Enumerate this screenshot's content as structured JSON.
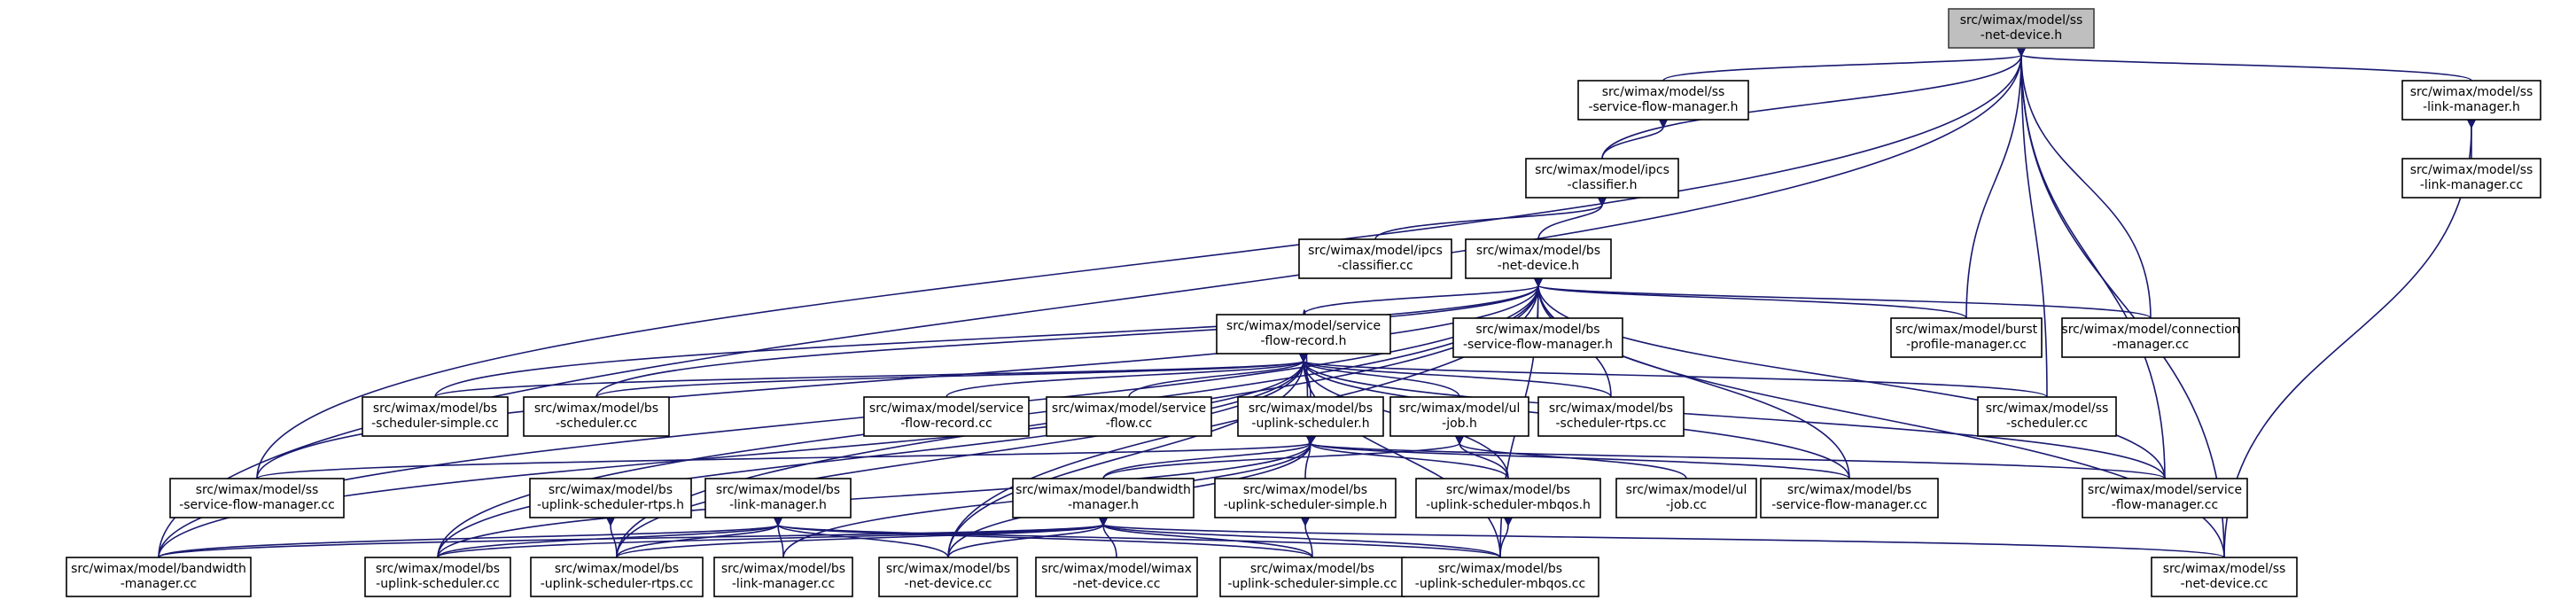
{
  "nodes": [
    {
      "id": "ss_net_device_h",
      "lines": [
        "src/wimax/model/ss",
        "-net-device.h"
      ],
      "root": true
    },
    {
      "id": "ss_service_flow_manager_h",
      "lines": [
        "src/wimax/model/ss",
        "-service-flow-manager.h"
      ]
    },
    {
      "id": "ss_link_manager_h",
      "lines": [
        "src/wimax/model/ss",
        "-link-manager.h"
      ]
    },
    {
      "id": "ipcs_classifier_h",
      "lines": [
        "src/wimax/model/ipcs",
        "-classifier.h"
      ]
    },
    {
      "id": "ss_link_manager_cc",
      "lines": [
        "src/wimax/model/ss",
        "-link-manager.cc"
      ]
    },
    {
      "id": "ipcs_classifier_cc",
      "lines": [
        "src/wimax/model/ipcs",
        "-classifier.cc"
      ]
    },
    {
      "id": "bs_net_device_h",
      "lines": [
        "src/wimax/model/bs",
        "-net-device.h"
      ]
    },
    {
      "id": "service_flow_record_h",
      "lines": [
        "src/wimax/model/service",
        "-flow-record.h"
      ]
    },
    {
      "id": "bs_service_flow_manager_h",
      "lines": [
        "src/wimax/model/bs",
        "-service-flow-manager.h"
      ]
    },
    {
      "id": "burst_profile_manager_cc",
      "lines": [
        "src/wimax/model/burst",
        "-profile-manager.cc"
      ]
    },
    {
      "id": "connection_manager_cc",
      "lines": [
        "src/wimax/model/connection",
        "-manager.cc"
      ]
    },
    {
      "id": "bs_scheduler_simple_cc",
      "lines": [
        "src/wimax/model/bs",
        "-scheduler-simple.cc"
      ]
    },
    {
      "id": "bs_scheduler_cc",
      "lines": [
        "src/wimax/model/bs",
        "-scheduler.cc"
      ]
    },
    {
      "id": "service_flow_record_cc",
      "lines": [
        "src/wimax/model/service",
        "-flow-record.cc"
      ]
    },
    {
      "id": "service_flow_cc",
      "lines": [
        "src/wimax/model/service",
        "-flow.cc"
      ]
    },
    {
      "id": "bs_uplink_scheduler_h",
      "lines": [
        "src/wimax/model/bs",
        "-uplink-scheduler.h"
      ]
    },
    {
      "id": "ul_job_h",
      "lines": [
        "src/wimax/model/ul",
        "-job.h"
      ]
    },
    {
      "id": "bs_scheduler_rtps_cc",
      "lines": [
        "src/wimax/model/bs",
        "-scheduler-rtps.cc"
      ]
    },
    {
      "id": "ss_scheduler_cc",
      "lines": [
        "src/wimax/model/ss",
        "-scheduler.cc"
      ]
    },
    {
      "id": "ss_service_flow_manager_cc",
      "lines": [
        "src/wimax/model/ss",
        "-service-flow-manager.cc"
      ]
    },
    {
      "id": "bs_uplink_scheduler_rtps_h",
      "lines": [
        "src/wimax/model/bs",
        "-uplink-scheduler-rtps.h"
      ]
    },
    {
      "id": "bs_link_manager_h",
      "lines": [
        "src/wimax/model/bs",
        "-link-manager.h"
      ]
    },
    {
      "id": "bandwidth_manager_h",
      "lines": [
        "src/wimax/model/bandwidth",
        "-manager.h"
      ]
    },
    {
      "id": "bs_uplink_scheduler_simple_h",
      "lines": [
        "src/wimax/model/bs",
        "-uplink-scheduler-simple.h"
      ]
    },
    {
      "id": "bs_uplink_scheduler_mbqos_h",
      "lines": [
        "src/wimax/model/bs",
        "-uplink-scheduler-mbqos.h"
      ]
    },
    {
      "id": "ul_job_cc",
      "lines": [
        "src/wimax/model/ul",
        "-job.cc"
      ]
    },
    {
      "id": "bs_service_flow_manager_cc",
      "lines": [
        "src/wimax/model/bs",
        "-service-flow-manager.cc"
      ]
    },
    {
      "id": "service_flow_manager_cc",
      "lines": [
        "src/wimax/model/service",
        "-flow-manager.cc"
      ]
    },
    {
      "id": "bandwidth_manager_cc",
      "lines": [
        "src/wimax/model/bandwidth",
        "-manager.cc"
      ]
    },
    {
      "id": "bs_uplink_scheduler_cc",
      "lines": [
        "src/wimax/model/bs",
        "-uplink-scheduler.cc"
      ]
    },
    {
      "id": "bs_uplink_scheduler_rtps_cc",
      "lines": [
        "src/wimax/model/bs",
        "-uplink-scheduler-rtps.cc"
      ]
    },
    {
      "id": "bs_link_manager_cc",
      "lines": [
        "src/wimax/model/bs",
        "-link-manager.cc"
      ]
    },
    {
      "id": "bs_net_device_cc",
      "lines": [
        "src/wimax/model/bs",
        "-net-device.cc"
      ]
    },
    {
      "id": "wimax_net_device_cc",
      "lines": [
        "src/wimax/model/wimax",
        "-net-device.cc"
      ]
    },
    {
      "id": "bs_uplink_scheduler_simple_cc",
      "lines": [
        "src/wimax/model/bs",
        "-uplink-scheduler-simple.cc"
      ]
    },
    {
      "id": "bs_uplink_scheduler_mbqos_cc",
      "lines": [
        "src/wimax/model/bs",
        "-uplink-scheduler-mbqos.cc"
      ]
    },
    {
      "id": "ss_net_device_cc",
      "lines": [
        "src/wimax/model/ss",
        "-net-device.cc"
      ]
    }
  ],
  "edges": [
    [
      "ss_net_device_h",
      "ss_service_flow_manager_h"
    ],
    [
      "ss_net_device_h",
      "ss_link_manager_h"
    ],
    [
      "ss_net_device_h",
      "ipcs_classifier_h"
    ],
    [
      "ss_net_device_h",
      "burst_profile_manager_cc"
    ],
    [
      "ss_net_device_h",
      "connection_manager_cc"
    ],
    [
      "ss_net_device_h",
      "ss_scheduler_cc"
    ],
    [
      "ss_net_device_h",
      "service_flow_manager_cc"
    ],
    [
      "ss_net_device_h",
      "ss_net_device_cc"
    ],
    [
      "ss_net_device_h",
      "ss_service_flow_manager_cc"
    ],
    [
      "ss_net_device_h",
      "bandwidth_manager_cc"
    ],
    [
      "ss_service_flow_manager_h",
      "ipcs_classifier_h"
    ],
    [
      "ss_link_manager_h",
      "ss_link_manager_cc"
    ],
    [
      "ss_link_manager_h",
      "ss_net_device_cc"
    ],
    [
      "ipcs_classifier_h",
      "ipcs_classifier_cc"
    ],
    [
      "ipcs_classifier_h",
      "bs_net_device_h"
    ],
    [
      "bs_net_device_h",
      "service_flow_record_h"
    ],
    [
      "bs_net_device_h",
      "bs_service_flow_manager_h"
    ],
    [
      "bs_net_device_h",
      "burst_profile_manager_cc"
    ],
    [
      "bs_net_device_h",
      "connection_manager_cc"
    ],
    [
      "bs_net_device_h",
      "bs_scheduler_simple_cc"
    ],
    [
      "bs_net_device_h",
      "bs_scheduler_cc"
    ],
    [
      "bs_net_device_h",
      "bs_scheduler_rtps_cc"
    ],
    [
      "bs_net_device_h",
      "bs_service_flow_manager_cc"
    ],
    [
      "bs_net_device_h",
      "service_flow_manager_cc"
    ],
    [
      "bs_net_device_h",
      "ss_service_flow_manager_cc"
    ],
    [
      "bs_net_device_h",
      "bandwidth_manager_cc"
    ],
    [
      "bs_net_device_h",
      "bs_uplink_scheduler_cc"
    ],
    [
      "bs_net_device_h",
      "bs_uplink_scheduler_rtps_cc"
    ],
    [
      "bs_net_device_h",
      "bs_net_device_cc"
    ],
    [
      "bs_net_device_h",
      "bs_uplink_scheduler_mbqos_cc"
    ],
    [
      "bs_net_device_h",
      "ss_net_device_cc"
    ],
    [
      "service_flow_record_h",
      "bs_scheduler_simple_cc"
    ],
    [
      "service_flow_record_h",
      "bs_scheduler_cc"
    ],
    [
      "service_flow_record_h",
      "service_flow_record_cc"
    ],
    [
      "service_flow_record_h",
      "service_flow_cc"
    ],
    [
      "service_flow_record_h",
      "bs_uplink_scheduler_h"
    ],
    [
      "service_flow_record_h",
      "ul_job_h"
    ],
    [
      "service_flow_record_h",
      "bs_scheduler_rtps_cc"
    ],
    [
      "service_flow_record_h",
      "ss_scheduler_cc"
    ],
    [
      "service_flow_record_h",
      "bs_uplink_scheduler_mbqos_h"
    ],
    [
      "service_flow_record_h",
      "bs_service_flow_manager_cc"
    ],
    [
      "service_flow_record_h",
      "service_flow_manager_cc"
    ],
    [
      "service_flow_record_h",
      "bandwidth_manager_cc"
    ],
    [
      "service_flow_record_h",
      "bs_uplink_scheduler_cc"
    ],
    [
      "service_flow_record_h",
      "bs_uplink_scheduler_rtps_cc"
    ],
    [
      "service_flow_record_h",
      "bs_net_device_cc"
    ],
    [
      "service_flow_record_h",
      "bs_uplink_scheduler_mbqos_cc"
    ],
    [
      "bs_uplink_scheduler_h",
      "service_flow_record_h"
    ],
    [
      "bs_uplink_scheduler_h",
      "ss_service_flow_manager_cc"
    ],
    [
      "bs_uplink_scheduler_h",
      "bandwidth_manager_h"
    ],
    [
      "bs_uplink_scheduler_h",
      "bs_uplink_scheduler_simple_h"
    ],
    [
      "bs_uplink_scheduler_h",
      "bs_uplink_scheduler_mbqos_h"
    ],
    [
      "bs_uplink_scheduler_h",
      "bs_service_flow_manager_cc"
    ],
    [
      "bs_uplink_scheduler_h",
      "service_flow_manager_cc"
    ],
    [
      "bs_uplink_scheduler_h",
      "bs_uplink_scheduler_cc"
    ],
    [
      "bs_uplink_scheduler_h",
      "bs_net_device_cc"
    ],
    [
      "bs_uplink_scheduler_h",
      "bs_link_manager_cc"
    ],
    [
      "ul_job_h",
      "bs_uplink_scheduler_mbqos_h"
    ],
    [
      "ul_job_h",
      "ul_job_cc"
    ],
    [
      "ul_job_h",
      "bandwidth_manager_h"
    ],
    [
      "bs_uplink_scheduler_rtps_h",
      "bs_uplink_scheduler_rtps_cc"
    ],
    [
      "bs_link_manager_h",
      "bandwidth_manager_cc"
    ],
    [
      "bs_link_manager_h",
      "bs_uplink_scheduler_cc"
    ],
    [
      "bs_link_manager_h",
      "bs_uplink_scheduler_rtps_cc"
    ],
    [
      "bs_link_manager_h",
      "bs_link_manager_cc"
    ],
    [
      "bs_link_manager_h",
      "bs_net_device_cc"
    ],
    [
      "bs_link_manager_h",
      "bs_uplink_scheduler_mbqos_cc"
    ],
    [
      "bs_link_manager_h",
      "bs_uplink_scheduler_simple_cc"
    ],
    [
      "bandwidth_manager_h",
      "bandwidth_manager_cc"
    ],
    [
      "bandwidth_manager_h",
      "bs_uplink_scheduler_cc"
    ],
    [
      "bandwidth_manager_h",
      "bs_uplink_scheduler_rtps_cc"
    ],
    [
      "bandwidth_manager_h",
      "bs_net_device_cc"
    ],
    [
      "bandwidth_manager_h",
      "wimax_net_device_cc"
    ],
    [
      "bandwidth_manager_h",
      "bs_uplink_scheduler_simple_cc"
    ],
    [
      "bandwidth_manager_h",
      "bs_uplink_scheduler_mbqos_cc"
    ],
    [
      "bandwidth_manager_h",
      "ss_net_device_cc"
    ],
    [
      "bs_uplink_scheduler_simple_h",
      "bs_uplink_scheduler_simple_cc"
    ],
    [
      "bs_uplink_scheduler_mbqos_h",
      "bs_uplink_scheduler_mbqos_cc"
    ]
  ]
}
